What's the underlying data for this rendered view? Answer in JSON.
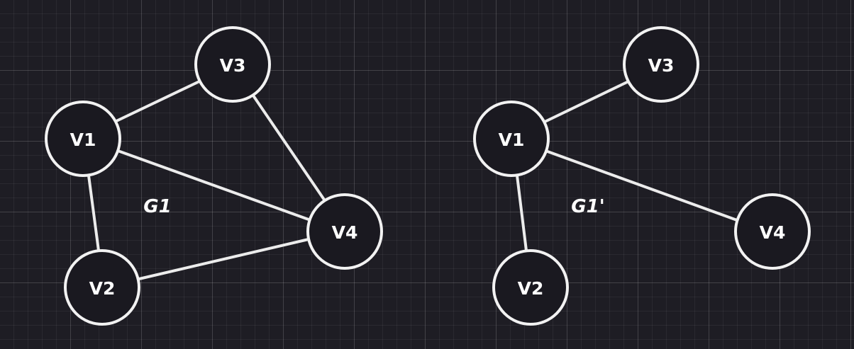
{
  "colors": {
    "background": "#1e1d24",
    "stroke": "#f2f2f2",
    "node_fill": "#1a1920",
    "text": "#ffffff"
  },
  "graphs": [
    {
      "name": "G1",
      "nodes": [
        "V1",
        "V2",
        "V3",
        "V4"
      ],
      "edges": [
        [
          "V1",
          "V3"
        ],
        [
          "V1",
          "V2"
        ],
        [
          "V1",
          "V4"
        ],
        [
          "V3",
          "V4"
        ],
        [
          "V2",
          "V4"
        ]
      ]
    },
    {
      "name": "G1'",
      "nodes": [
        "V1",
        "V2",
        "V3",
        "V4"
      ],
      "edges": [
        [
          "V1",
          "V3"
        ],
        [
          "V1",
          "V2"
        ],
        [
          "V1",
          "V4"
        ]
      ]
    }
  ]
}
